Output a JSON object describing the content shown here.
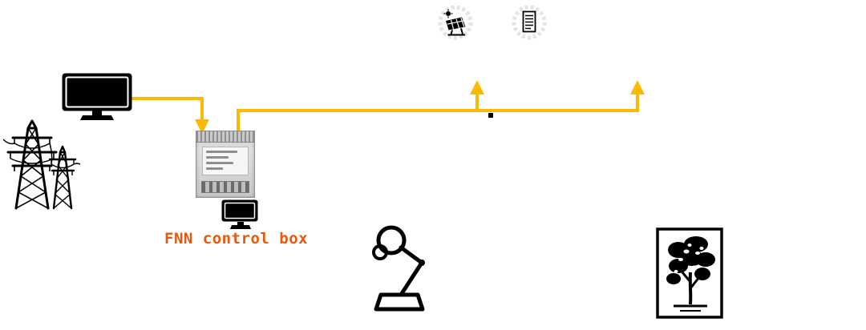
{
  "colors": {
    "background": "#ffffff",
    "connector": "#fbba00",
    "icon": "#000000",
    "label": "#e8570f",
    "badge_ring": "#e4e4e4",
    "device_panel": "#f6f6f6"
  },
  "control_box": {
    "label": "FNN control box"
  },
  "icons": {
    "solar_badge": "solar-panel-icon",
    "document_badge": "document-icon",
    "monitor": "monitor-icon",
    "towers": "transmission-towers-icon",
    "display": "display-monitor-icon",
    "lamp": "desk-lamp-icon",
    "tree": "framed-tree-icon"
  },
  "arrows": {
    "monitor_to_box": "down",
    "bus_left": "up",
    "bus_right": "up"
  }
}
